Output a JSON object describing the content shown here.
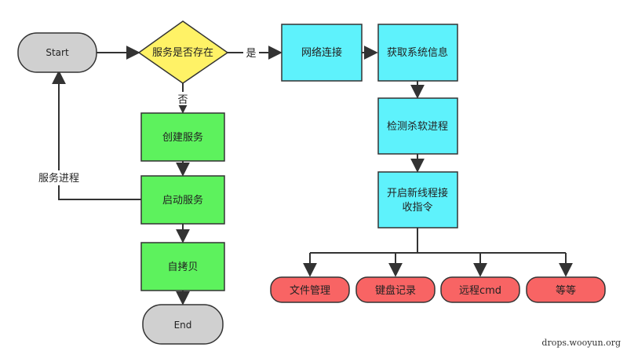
{
  "nodes": {
    "start": "Start",
    "decision": "服务是否存在",
    "network": "网络连接",
    "sysinfo": "获取系统信息",
    "create": "创建服务",
    "detect": "检测杀软进程",
    "startsvc": "启动服务",
    "thread_line1": "开启新线程接",
    "thread_line2": "收指令",
    "selfcopy": "自拷贝",
    "end": "End",
    "filemgr": "文件管理",
    "keylog": "键盘记录",
    "remotecmd": "远程cmd",
    "etc": "等等"
  },
  "edge_labels": {
    "yes": "是",
    "no": "否",
    "loop": "服务进程"
  },
  "watermark": "drops.wooyun.org",
  "colors": {
    "terminal": "#d0d0d0",
    "decision": "#fff266",
    "cyan": "#5ef2fc",
    "green": "#5df25d",
    "red": "#f86464"
  }
}
